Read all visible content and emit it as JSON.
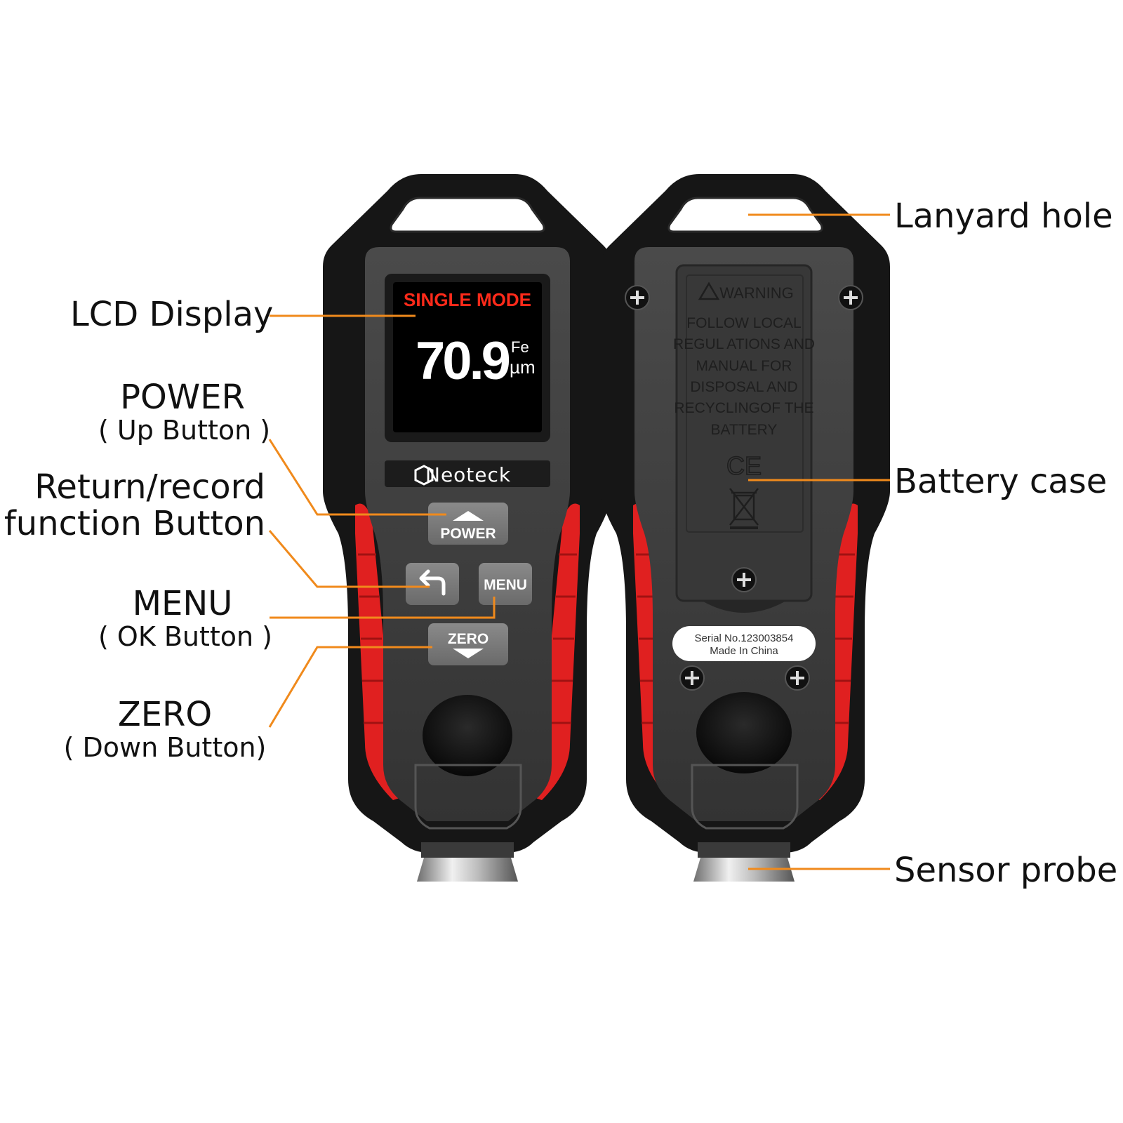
{
  "labels": {
    "lcd_display": "LCD Display",
    "power_title": "POWER",
    "power_sub": "( Up Button )",
    "return_line1": "Return/record",
    "return_line2": "function Button",
    "menu_title": "MENU",
    "menu_sub": "( OK Button )",
    "zero_title": "ZERO",
    "zero_sub": "( Down Button)",
    "lanyard_hole": "Lanyard hole",
    "battery_case": "Battery case",
    "sensor_probe": "Sensor probe"
  },
  "screen": {
    "mode": "SINGLE MODE",
    "reading": "70.9",
    "material": "Fe",
    "unit": "µm"
  },
  "device": {
    "brand": "Neoteck",
    "power_button": "POWER",
    "menu_button": "MENU",
    "zero_button": "ZERO"
  },
  "back": {
    "warning_title": "WARNING",
    "warning_lines": [
      "FOLLOW LOCAL",
      "REGUL ATIONS AND",
      "MANUAL FOR",
      "DISPOSAL AND",
      "RECYCLINGOF THE",
      "BATTERY"
    ],
    "ce_mark": "CE",
    "serial": "Serial No.123003854",
    "made_in": "Made In China"
  },
  "colors": {
    "callout": "#f08a1c",
    "grip_red": "#e02020",
    "body_black": "#161616",
    "panel_gray": "#3e3e3e",
    "screen_red": "#ff2a1a"
  }
}
